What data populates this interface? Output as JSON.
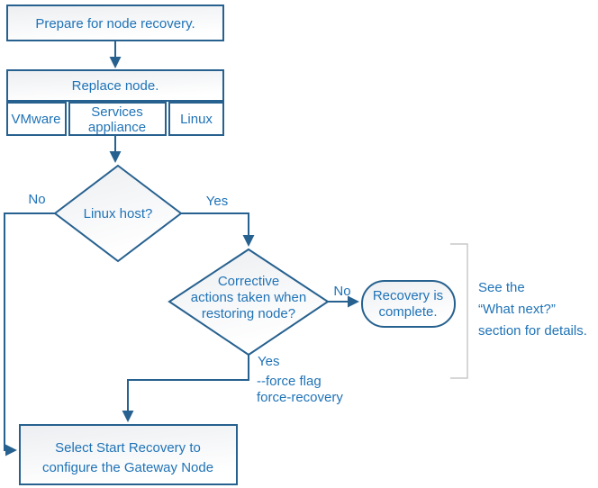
{
  "diagram": {
    "type": "flowchart",
    "colors": {
      "line": "#27618f",
      "text": "#1f73b7",
      "bracket": "#c9c9c9",
      "shape_fill_top": "#eceef1",
      "shape_fill_bottom": "#ffffff"
    },
    "nodes": {
      "prepare": {
        "label": "Prepare for node recovery."
      },
      "replace": {
        "label": "Replace node."
      },
      "vmware": {
        "label": "VMware"
      },
      "services_appliance": {
        "line1": "Services",
        "line2": "appliance"
      },
      "linux": {
        "label": "Linux"
      },
      "linux_host": {
        "label": "Linux host?"
      },
      "corrective": {
        "line1": "Corrective",
        "line2": "actions taken when",
        "line3": "restoring node?"
      },
      "recovery_complete": {
        "line1": "Recovery is",
        "line2": "complete."
      },
      "select_start": {
        "line1": "Select Start Recovery to",
        "line2": "configure the Gateway Node"
      }
    },
    "edges": {
      "linux_host_no": "No",
      "linux_host_yes": "Yes",
      "corrective_no": "No",
      "corrective_yes": "Yes",
      "force_note_line1": "--force flag",
      "force_note_line2": "force-recovery"
    },
    "annotations": {
      "what_next_line1": "See the",
      "what_next_line2": "“What next?”",
      "what_next_line3": "section for details."
    }
  }
}
